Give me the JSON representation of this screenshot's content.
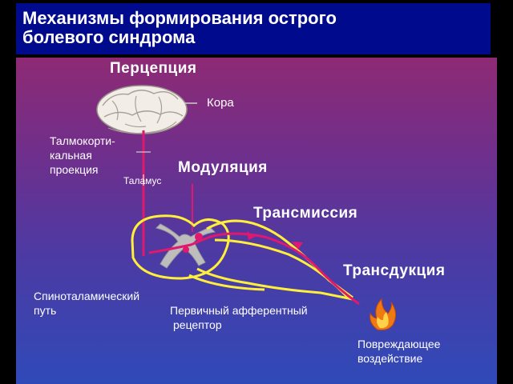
{
  "title": {
    "line1": "Механизмы формирования острого",
    "line2": "болевого синдрома"
  },
  "labels": {
    "perception": "Перцепция",
    "cortex": "Кора",
    "thalamocortical_1": "Талмокорти-",
    "thalamocortical_2": "кальная",
    "thalamocortical_3": "проекция",
    "thalamus": "Таламус",
    "modulation": "Модуляция",
    "transmission": "Трансмиссия",
    "transduction": "Трансдукция",
    "spinothalamic_1": "Спиноталамический",
    "spinothalamic_2": "путь",
    "afferent_1": "Первичный афферентный",
    "afferent_2": "рецептор",
    "damage_1": "Повреждающее",
    "damage_2": "воздействие"
  },
  "colors": {
    "title_bg": "#000a8c",
    "nerve_yellow": "#ffef3a",
    "pathway_magenta": "#e0186e",
    "gray_matter": "#bdbdbd"
  },
  "icons": {
    "brain": "brain-icon",
    "flame": "flame-icon"
  }
}
